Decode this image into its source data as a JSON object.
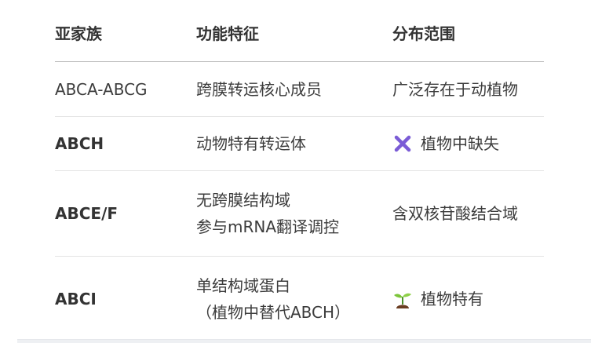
{
  "table": {
    "headers": [
      "亚家族",
      "功能特征",
      "分布范围"
    ],
    "rows": [
      {
        "subfamily": "ABCA-ABCG",
        "subfamily_bold": false,
        "feature": [
          "跨膜转运核心成员"
        ],
        "distribution": "广泛存在于动植物",
        "icon": null
      },
      {
        "subfamily": "ABCH",
        "subfamily_bold": true,
        "feature": [
          "动物特有转运体"
        ],
        "distribution": "植物中缺失",
        "icon": "cross-mark-icon",
        "icon_color": "#7b5cd6"
      },
      {
        "subfamily": "ABCE/F",
        "subfamily_bold": true,
        "feature": [
          "无跨膜结构域",
          "参与mRNA翻译调控"
        ],
        "distribution": "含双核苷酸结合域",
        "icon": null
      },
      {
        "subfamily": "ABCI",
        "subfamily_bold": true,
        "feature": [
          "单结构域蛋白",
          "（植物中替代ABCH）"
        ],
        "distribution": "植物特有",
        "icon": "seedling-icon"
      }
    ]
  }
}
